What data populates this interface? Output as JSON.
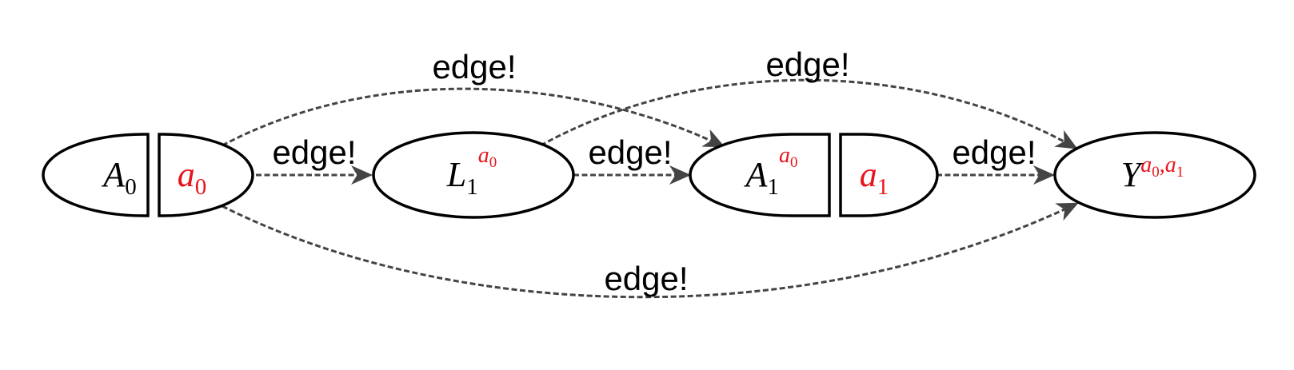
{
  "colors": {
    "text": "#000000",
    "intervention": "#e8141c",
    "edge": "#444444",
    "node_stroke": "#000000"
  },
  "edge_label": "edge!",
  "nodes": {
    "A0": {
      "base": "A",
      "sub": "0"
    },
    "a0": {
      "base": "a",
      "sub": "0"
    },
    "L1": {
      "base": "L",
      "sub": "1",
      "sup_base": "a",
      "sup_sub": "0"
    },
    "A1": {
      "base": "A",
      "sub": "1",
      "sup_base": "a",
      "sup_sub": "0"
    },
    "a1": {
      "base": "a",
      "sub": "1"
    },
    "Y": {
      "base": "Y",
      "sup1_base": "a",
      "sup1_sub": "0",
      "sup_sep": ",",
      "sup2_base": "a",
      "sup2_sub": "1"
    }
  },
  "edges": [
    {
      "from": "a0",
      "to": "L1",
      "label": "edge!"
    },
    {
      "from": "L1",
      "to": "A1",
      "label": "edge!"
    },
    {
      "from": "a1",
      "to": "Y",
      "label": "edge!"
    },
    {
      "from": "a0",
      "to": "A1",
      "label": "edge!"
    },
    {
      "from": "L1",
      "to": "Y",
      "label": "edge!"
    },
    {
      "from": "a0",
      "to": "Y",
      "label": "edge!"
    }
  ]
}
